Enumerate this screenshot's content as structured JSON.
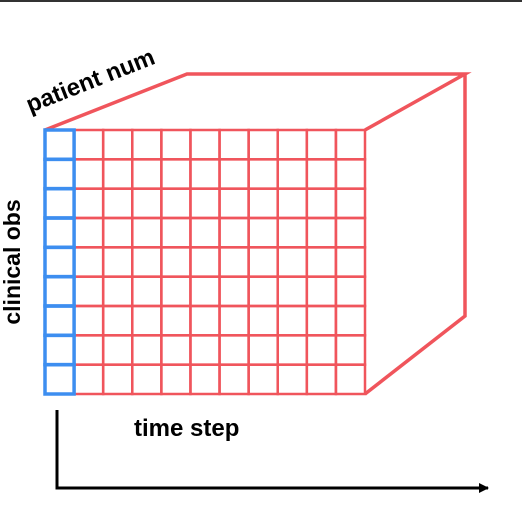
{
  "labels": {
    "depth": "patient num",
    "rows": "clinical obs",
    "columns": "time step"
  },
  "grid": {
    "rows": 9,
    "columns": 11,
    "highlighted_column": 1
  },
  "colors": {
    "cube": "#f0555c",
    "highlight": "#3d8ef0",
    "text": "#000000",
    "axis": "#000000",
    "top_border": "#333333"
  }
}
